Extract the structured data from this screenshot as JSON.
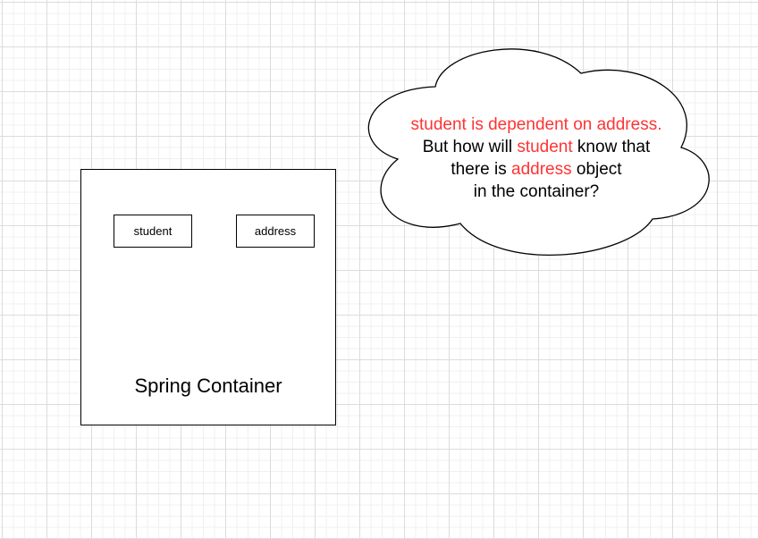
{
  "container": {
    "label": "Spring Container",
    "beans": [
      "student",
      "address"
    ]
  },
  "cloud": {
    "line1": "student is dependent on address.",
    "line2_a": "But how will ",
    "line2_b": "student",
    "line2_c": " know that",
    "line3_a": "there is ",
    "line3_b": "address",
    "line3_c": " object",
    "line4": "in the container?"
  },
  "colors": {
    "highlight": "#ff3333",
    "grid_major": "#dcdcdc",
    "grid_minor": "#f0f0f0"
  }
}
